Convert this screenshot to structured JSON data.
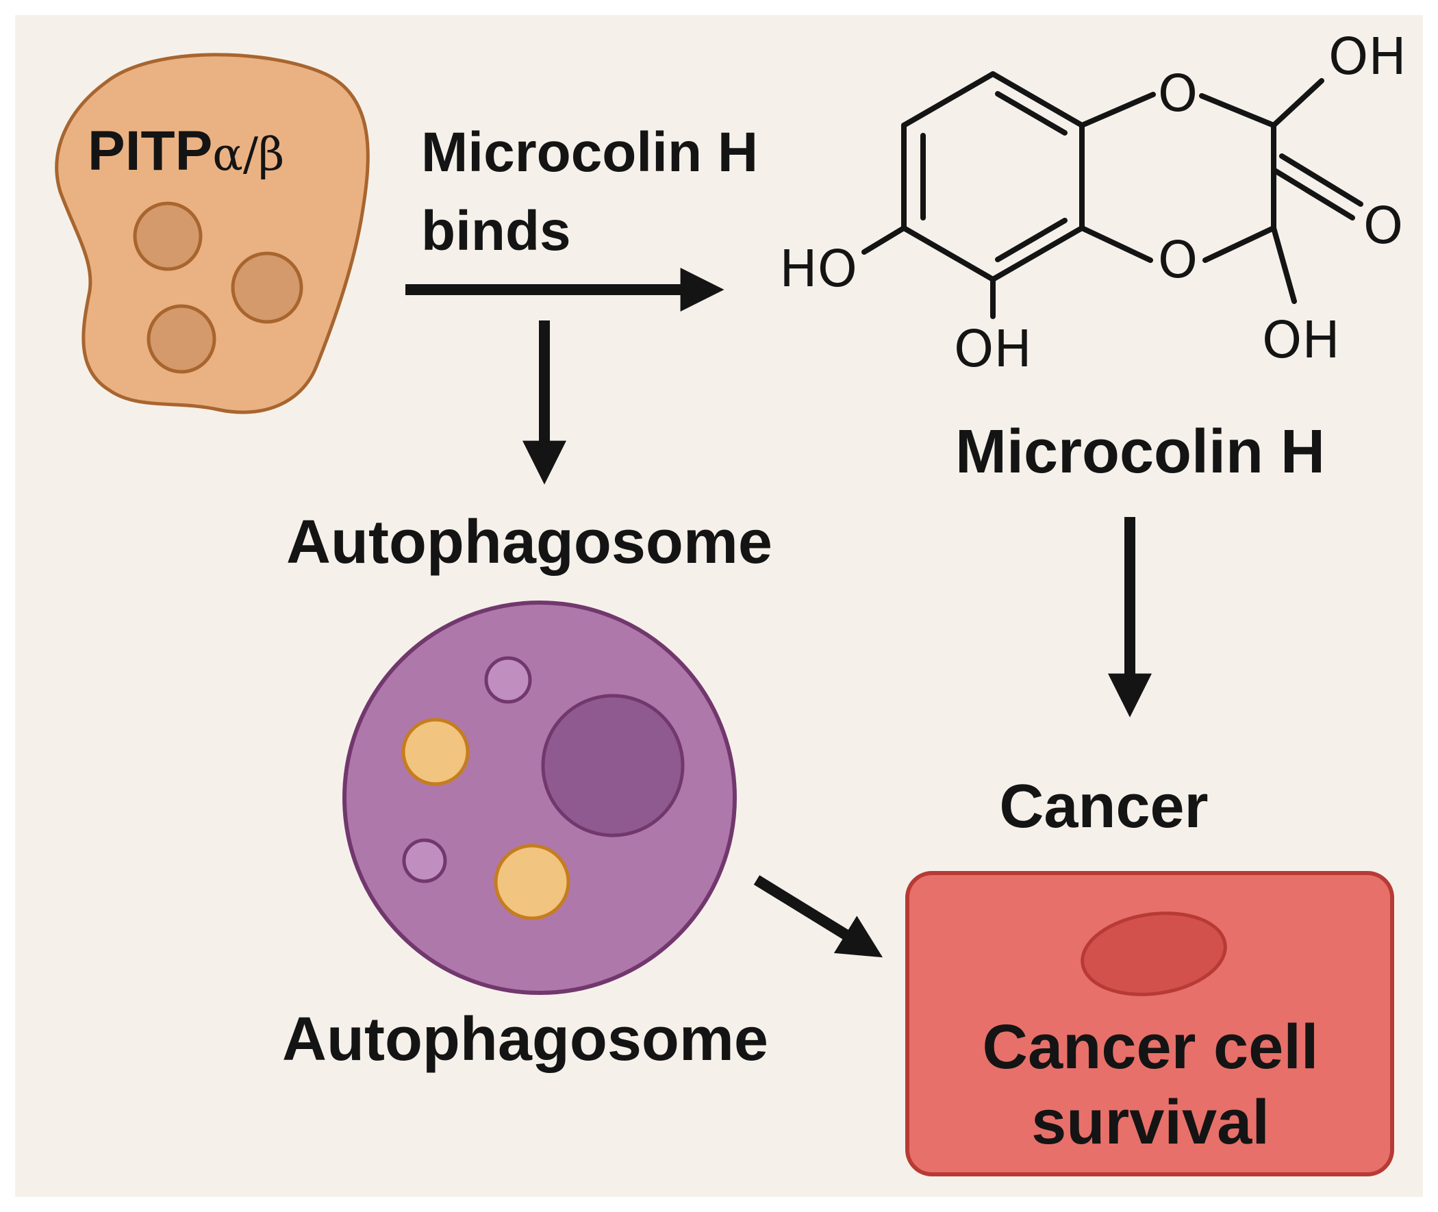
{
  "pitp_label": {
    "prefix": "PITP",
    "greek": "α/β"
  },
  "binds_label": {
    "line1": "Microcolin H",
    "line2": "binds"
  },
  "molecule": {
    "name": "Microcolin H",
    "atoms": {
      "oh_top_right": "OH",
      "oxygen_upper": "O",
      "oxygen_lower": "O",
      "carbonyl_oxygen": "O",
      "ho_left": "HO",
      "oh_bottom_left": "OH",
      "oh_bottom_right": "OH"
    }
  },
  "autophagosome_upper_label": "Autophagosome",
  "autophagosome_lower_label": "Autophagosome",
  "cancer_label": "Cancer",
  "cancer_cell_label": {
    "line1": "Cancer cell",
    "line2": "survival"
  },
  "colors": {
    "background": "#f5f1ea",
    "pitp_fill": "#eab283",
    "pitp_stroke": "#a8652f",
    "pitp_vesicle": "#d49a6c",
    "autophagosome_fill": "#ae78aa",
    "autophagosome_stroke": "#72386e",
    "autophagosome_nucleus": "#8f5a90",
    "autophagosome_small_vesicle": "#c08fc0",
    "autophagosome_yellow_vesicle": "#f1c47f",
    "cancer_cell_fill": "#e8706a",
    "cancer_cell_stroke": "#b73a35",
    "cancer_cell_nucleus": "#d3514d",
    "arrow": "#141414"
  }
}
